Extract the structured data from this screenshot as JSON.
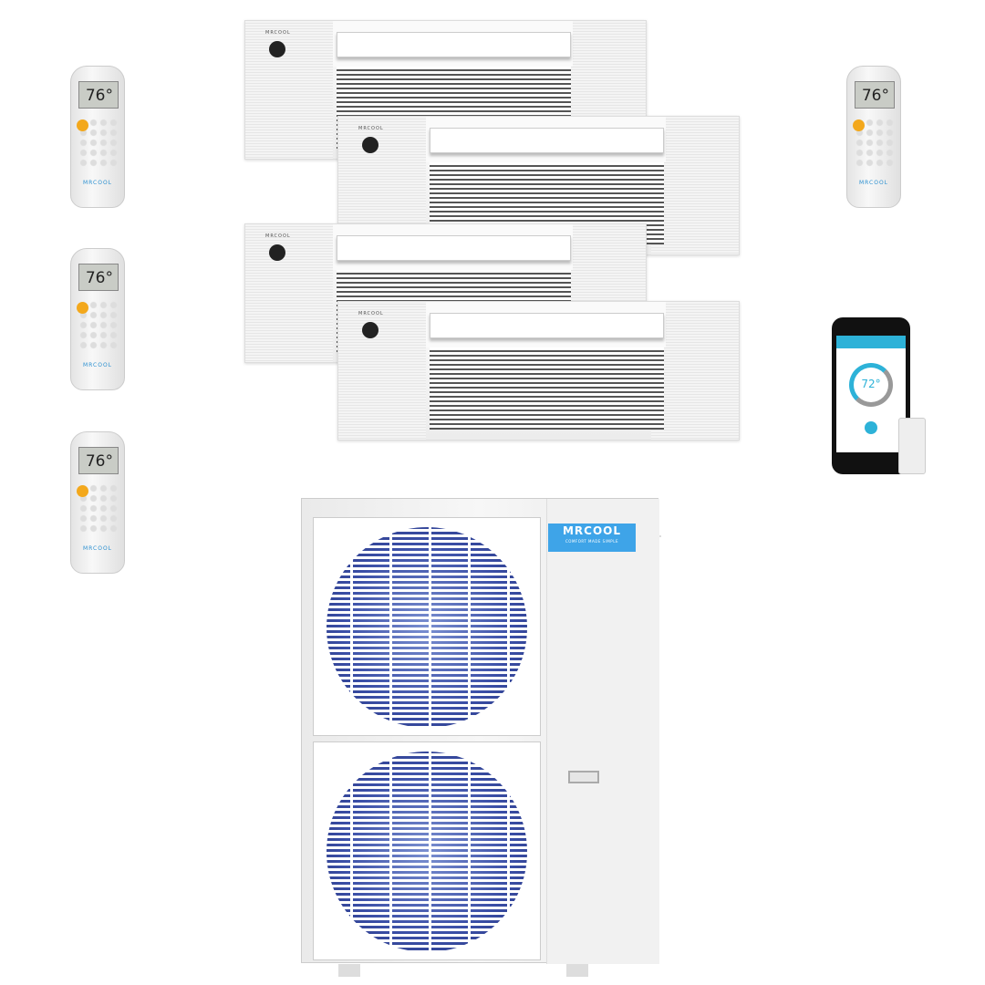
{
  "brand": {
    "name": "MRCOOL",
    "tagline": "COMFORT MADE SIMPLE",
    "color": "#3ea4e8"
  },
  "remote": {
    "display_temp": "76°",
    "logo": "MRCOOL"
  },
  "phone_app": {
    "display_temp": "72°",
    "accent": "#2db2d8"
  },
  "colors": {
    "fan": "#3a4ea6",
    "power_button": "#f3a81c"
  }
}
